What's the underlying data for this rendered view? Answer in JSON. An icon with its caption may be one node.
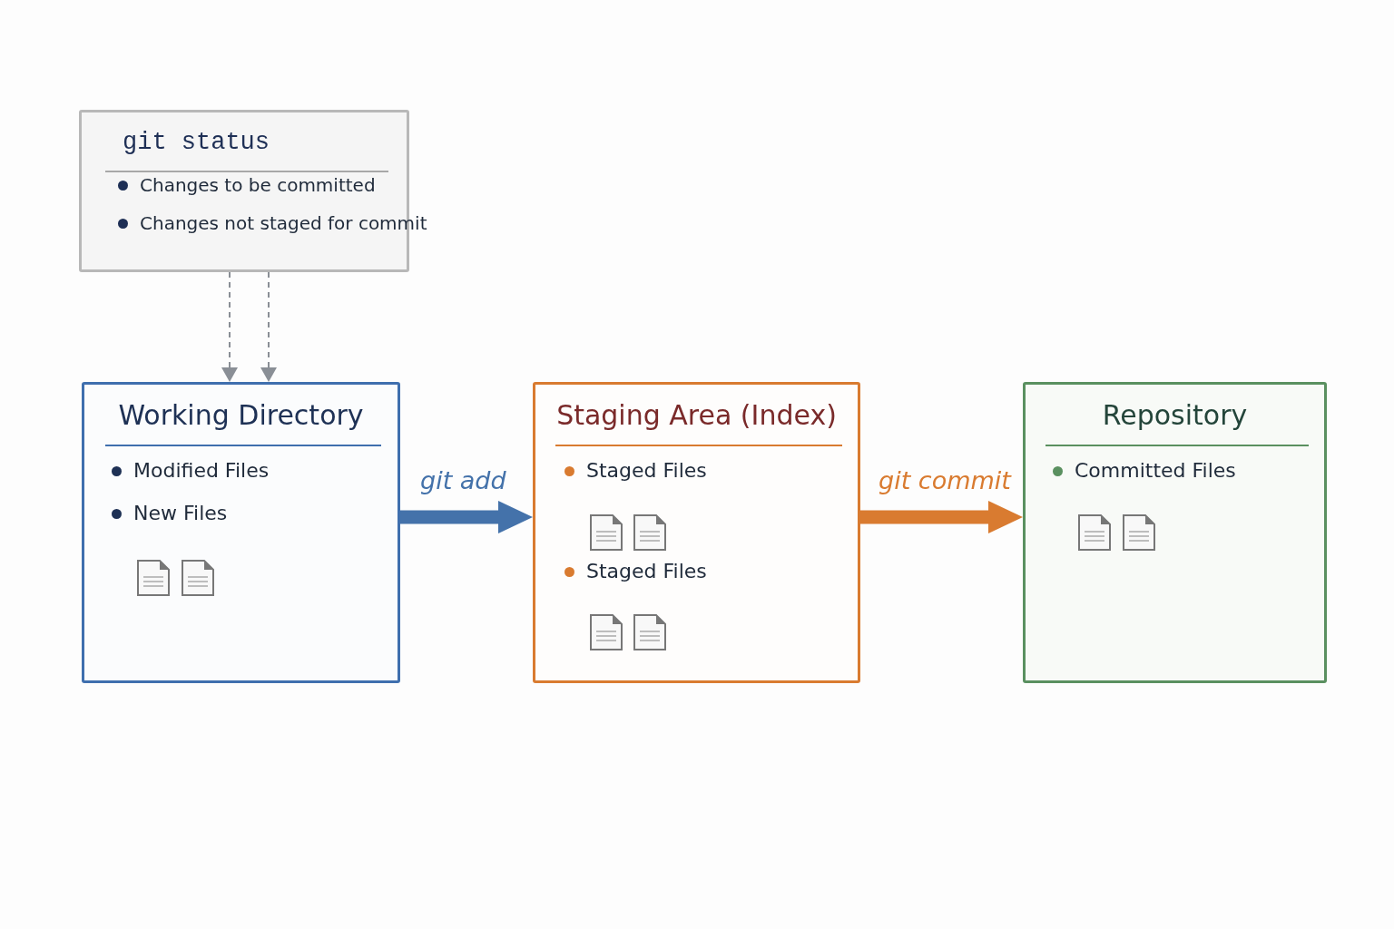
{
  "diagram": {
    "nodes": [
      {
        "text": [
          "git status",
          "Changes to be committed",
          "Changes not staged for commit"
        ]
      },
      {
        "text": [
          "Working Directory",
          "Modified Files",
          "New Files"
        ]
      },
      {
        "text": [
          "Staging Area (Index)",
          "Staged Files",
          "Staged Files"
        ]
      },
      {
        "text": [
          "Repository",
          "Committed Files"
        ]
      }
    ],
    "edges": [
      {
        "from": 0,
        "to": 1,
        "arrow": "to",
        "style": "dashed"
      },
      {
        "from": 0,
        "to": 1,
        "arrow": "to",
        "style": "dashed"
      },
      {
        "from": 1,
        "to": 2,
        "arrow": "to",
        "label": "git add",
        "style": "thick",
        "color": "#4472aa"
      },
      {
        "from": 2,
        "to": 3,
        "arrow": "to",
        "label": "git commit",
        "style": "thick",
        "color": "#d97b30"
      }
    ]
  }
}
